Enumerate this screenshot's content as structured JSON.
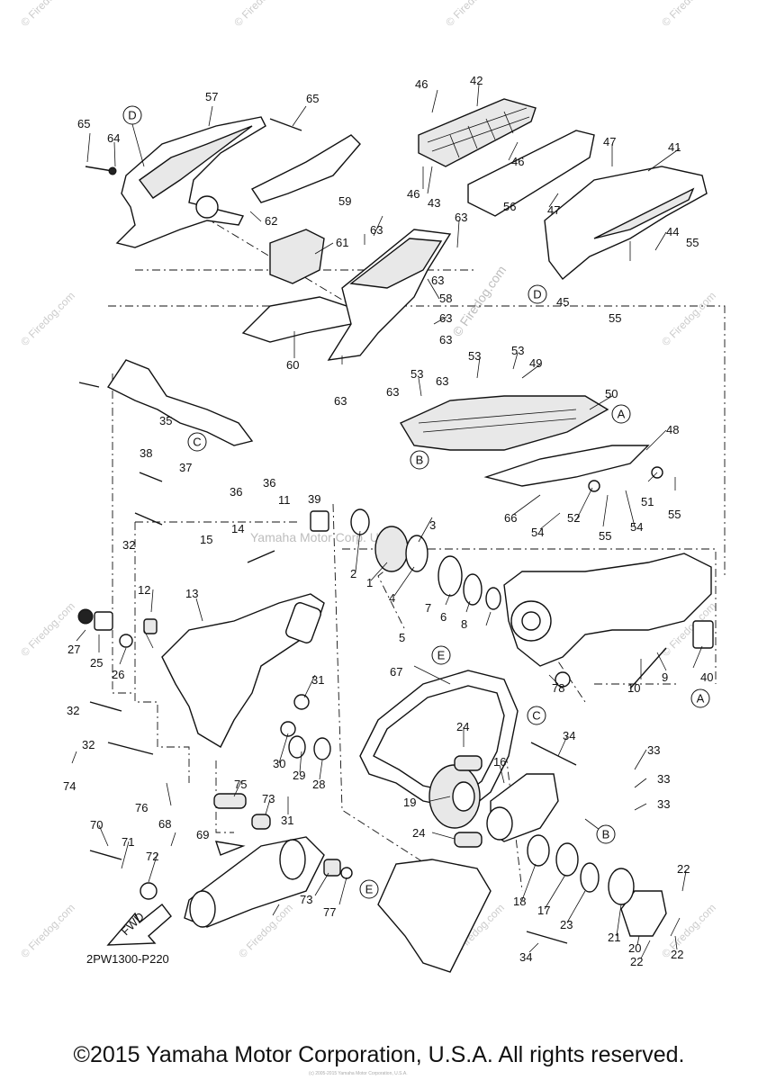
{
  "diagram": {
    "drawing_code": "2PW1300-P220",
    "fwd_label": "FWD",
    "watermark_corner": "© Firedog.com",
    "watermark_center": "© Firedog.com",
    "watermark_yamaha": "Yamaha Motor Corp. U.S.A.",
    "circled_letters": [
      "A",
      "B",
      "C",
      "D",
      "E"
    ],
    "callouts": [
      "1",
      "2",
      "3",
      "4",
      "5",
      "6",
      "7",
      "8",
      "9",
      "10",
      "11",
      "12",
      "13",
      "14",
      "15",
      "16",
      "17",
      "18",
      "19",
      "20",
      "21",
      "22",
      "23",
      "24",
      "25",
      "26",
      "27",
      "28",
      "29",
      "30",
      "31",
      "32",
      "33",
      "34",
      "35",
      "36",
      "37",
      "38",
      "39",
      "40",
      "41",
      "42",
      "43",
      "44",
      "45",
      "46",
      "47",
      "48",
      "49",
      "50",
      "51",
      "52",
      "53",
      "54",
      "55",
      "56",
      "57",
      "58",
      "59",
      "60",
      "61",
      "62",
      "63",
      "64",
      "65",
      "66",
      "67",
      "68",
      "69",
      "70",
      "71",
      "72",
      "73",
      "74",
      "75",
      "76",
      "77",
      "78"
    ]
  },
  "footer": {
    "copyright": "©2015 Yamaha Motor Corporation, U.S.A. All rights reserved.",
    "small_copyright": "(c) 2005-2015 Yamaha Motor Corporation, U.S.A."
  }
}
